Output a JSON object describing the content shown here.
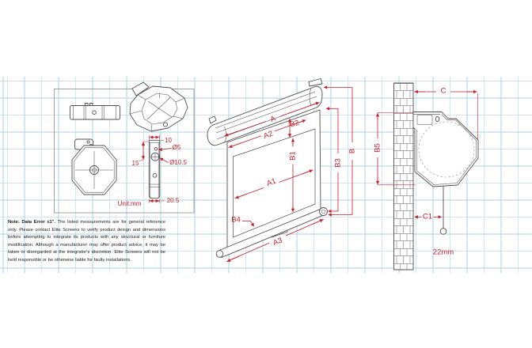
{
  "note": {
    "lead": "Note: Data Error ±1\".",
    "body": " The listed measurements are for general reference only. Please contact Elite Screens to verify product design and dimensions before attempting to integrate its products with any structural or furniture modification. Although a manufacturer may offer product advice, it may be taken or disregarded at the integrator's discretion. Elite Screens will not be held responsible or be otherwise liable for faulty installations."
  },
  "detail_panel": {
    "unit_label": "Unit:mm",
    "dim_width_top": "10",
    "dim_hole_small": "Ø5",
    "dim_hole_large": "Ø10.5",
    "dim_height_side": "15",
    "dim_width_bottom": "20.5"
  },
  "front_view": {
    "dim_a": "A",
    "dim_a1": "A1",
    "dim_a2": "A2",
    "dim_a3": "A3",
    "dim_b": "B",
    "dim_b1": "B1",
    "dim_b2": "B2",
    "dim_b3": "B3",
    "dim_b4": "B4"
  },
  "side_view": {
    "dim_c": "C",
    "dim_c1": "C1",
    "dim_b5": "B5",
    "dim_cord": "22mm"
  },
  "colors": {
    "dimension_red": "#c8202a",
    "drawing_gray": "#4f4f4f",
    "grid_minor": "#d2e7ef",
    "grid_major": "#abd2e0"
  }
}
